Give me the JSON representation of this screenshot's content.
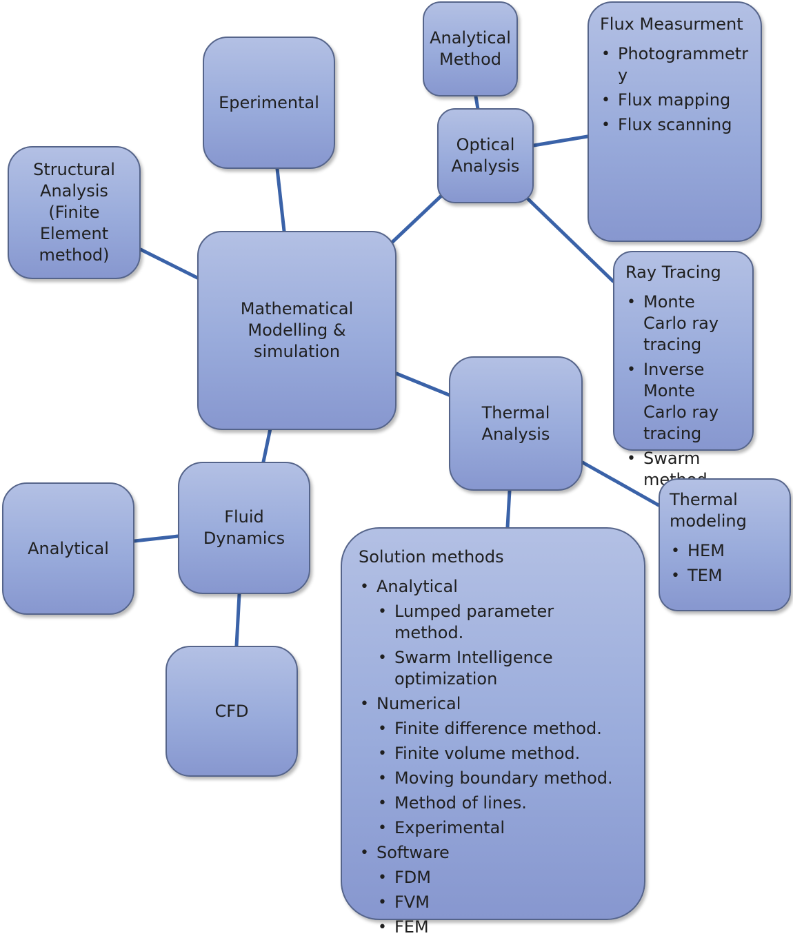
{
  "nodes": {
    "center": "Mathematical Modelling & simulation",
    "structural": "Structural Analysis (Finite Element method)",
    "experimental": "Eperimental",
    "optical": "Optical Analysis",
    "analytical_method": "Analytical Method",
    "thermal": "Thermal Analysis",
    "fluid": "Fluid Dynamics",
    "analytical": "Analytical",
    "cfd": "CFD"
  },
  "flux": {
    "title": "Flux Measurment",
    "items": [
      "Photogrammetr y",
      "Flux mapping",
      "Flux scanning"
    ]
  },
  "ray": {
    "title": "Ray Tracing",
    "items": [
      "Monte Carlo ray tracing",
      "Inverse Monte Carlo ray tracing",
      "Swarm method"
    ]
  },
  "thermal_modeling": {
    "title": "Thermal modeling",
    "items": [
      "HEM",
      "TEM"
    ]
  },
  "solution": {
    "title": "Solution methods",
    "groups": [
      {
        "label": "Analytical",
        "items": [
          "Lumped parameter method.",
          "Swarm Intelligence optimization"
        ]
      },
      {
        "label": "Numerical",
        "items": [
          "Finite difference method.",
          "Finite volume method.",
          "Moving boundary method.",
          "Method of lines.",
          "Experimental"
        ]
      },
      {
        "label": "Software",
        "items": [
          "FDM",
          "FVM",
          "FEM"
        ]
      }
    ]
  },
  "colors": {
    "connector": "#3a62a8",
    "node_fill_top": "#b3c0e4",
    "node_fill_bottom": "#8797cf",
    "node_border": "#55648a"
  }
}
